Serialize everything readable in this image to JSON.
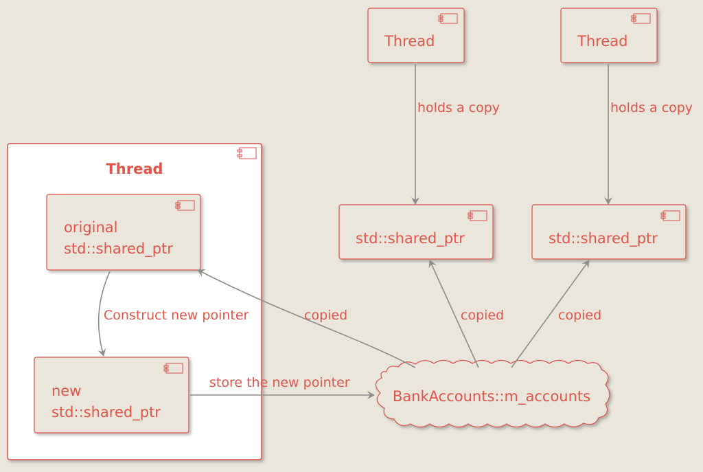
{
  "colors": {
    "background": "#EAE6DC",
    "accent": "#E0544A",
    "border": "#D8504A",
    "edge": "#8E8C88",
    "frame_fill": "#FFFFFF"
  },
  "frame": {
    "title": "Thread"
  },
  "nodes": {
    "original_ptr": {
      "line1": "original",
      "line2": "std::shared_ptr"
    },
    "new_ptr": {
      "line1": "new",
      "line2": "std::shared_ptr"
    },
    "thread_a": {
      "label": "Thread"
    },
    "thread_b": {
      "label": "Thread"
    },
    "shared_ptr_a": {
      "label": "std::shared_ptr"
    },
    "shared_ptr_b": {
      "label": "std::shared_ptr"
    },
    "bank_accounts": {
      "label": "BankAccounts::m_accounts"
    }
  },
  "edges": {
    "construct": "Construct new pointer",
    "store": "store the new pointer",
    "copied_original": "copied",
    "copied_a": "copied",
    "copied_b": "copied",
    "holds_a": "holds a copy",
    "holds_b": "holds a copy"
  },
  "icons": {
    "component": "component-icon"
  }
}
